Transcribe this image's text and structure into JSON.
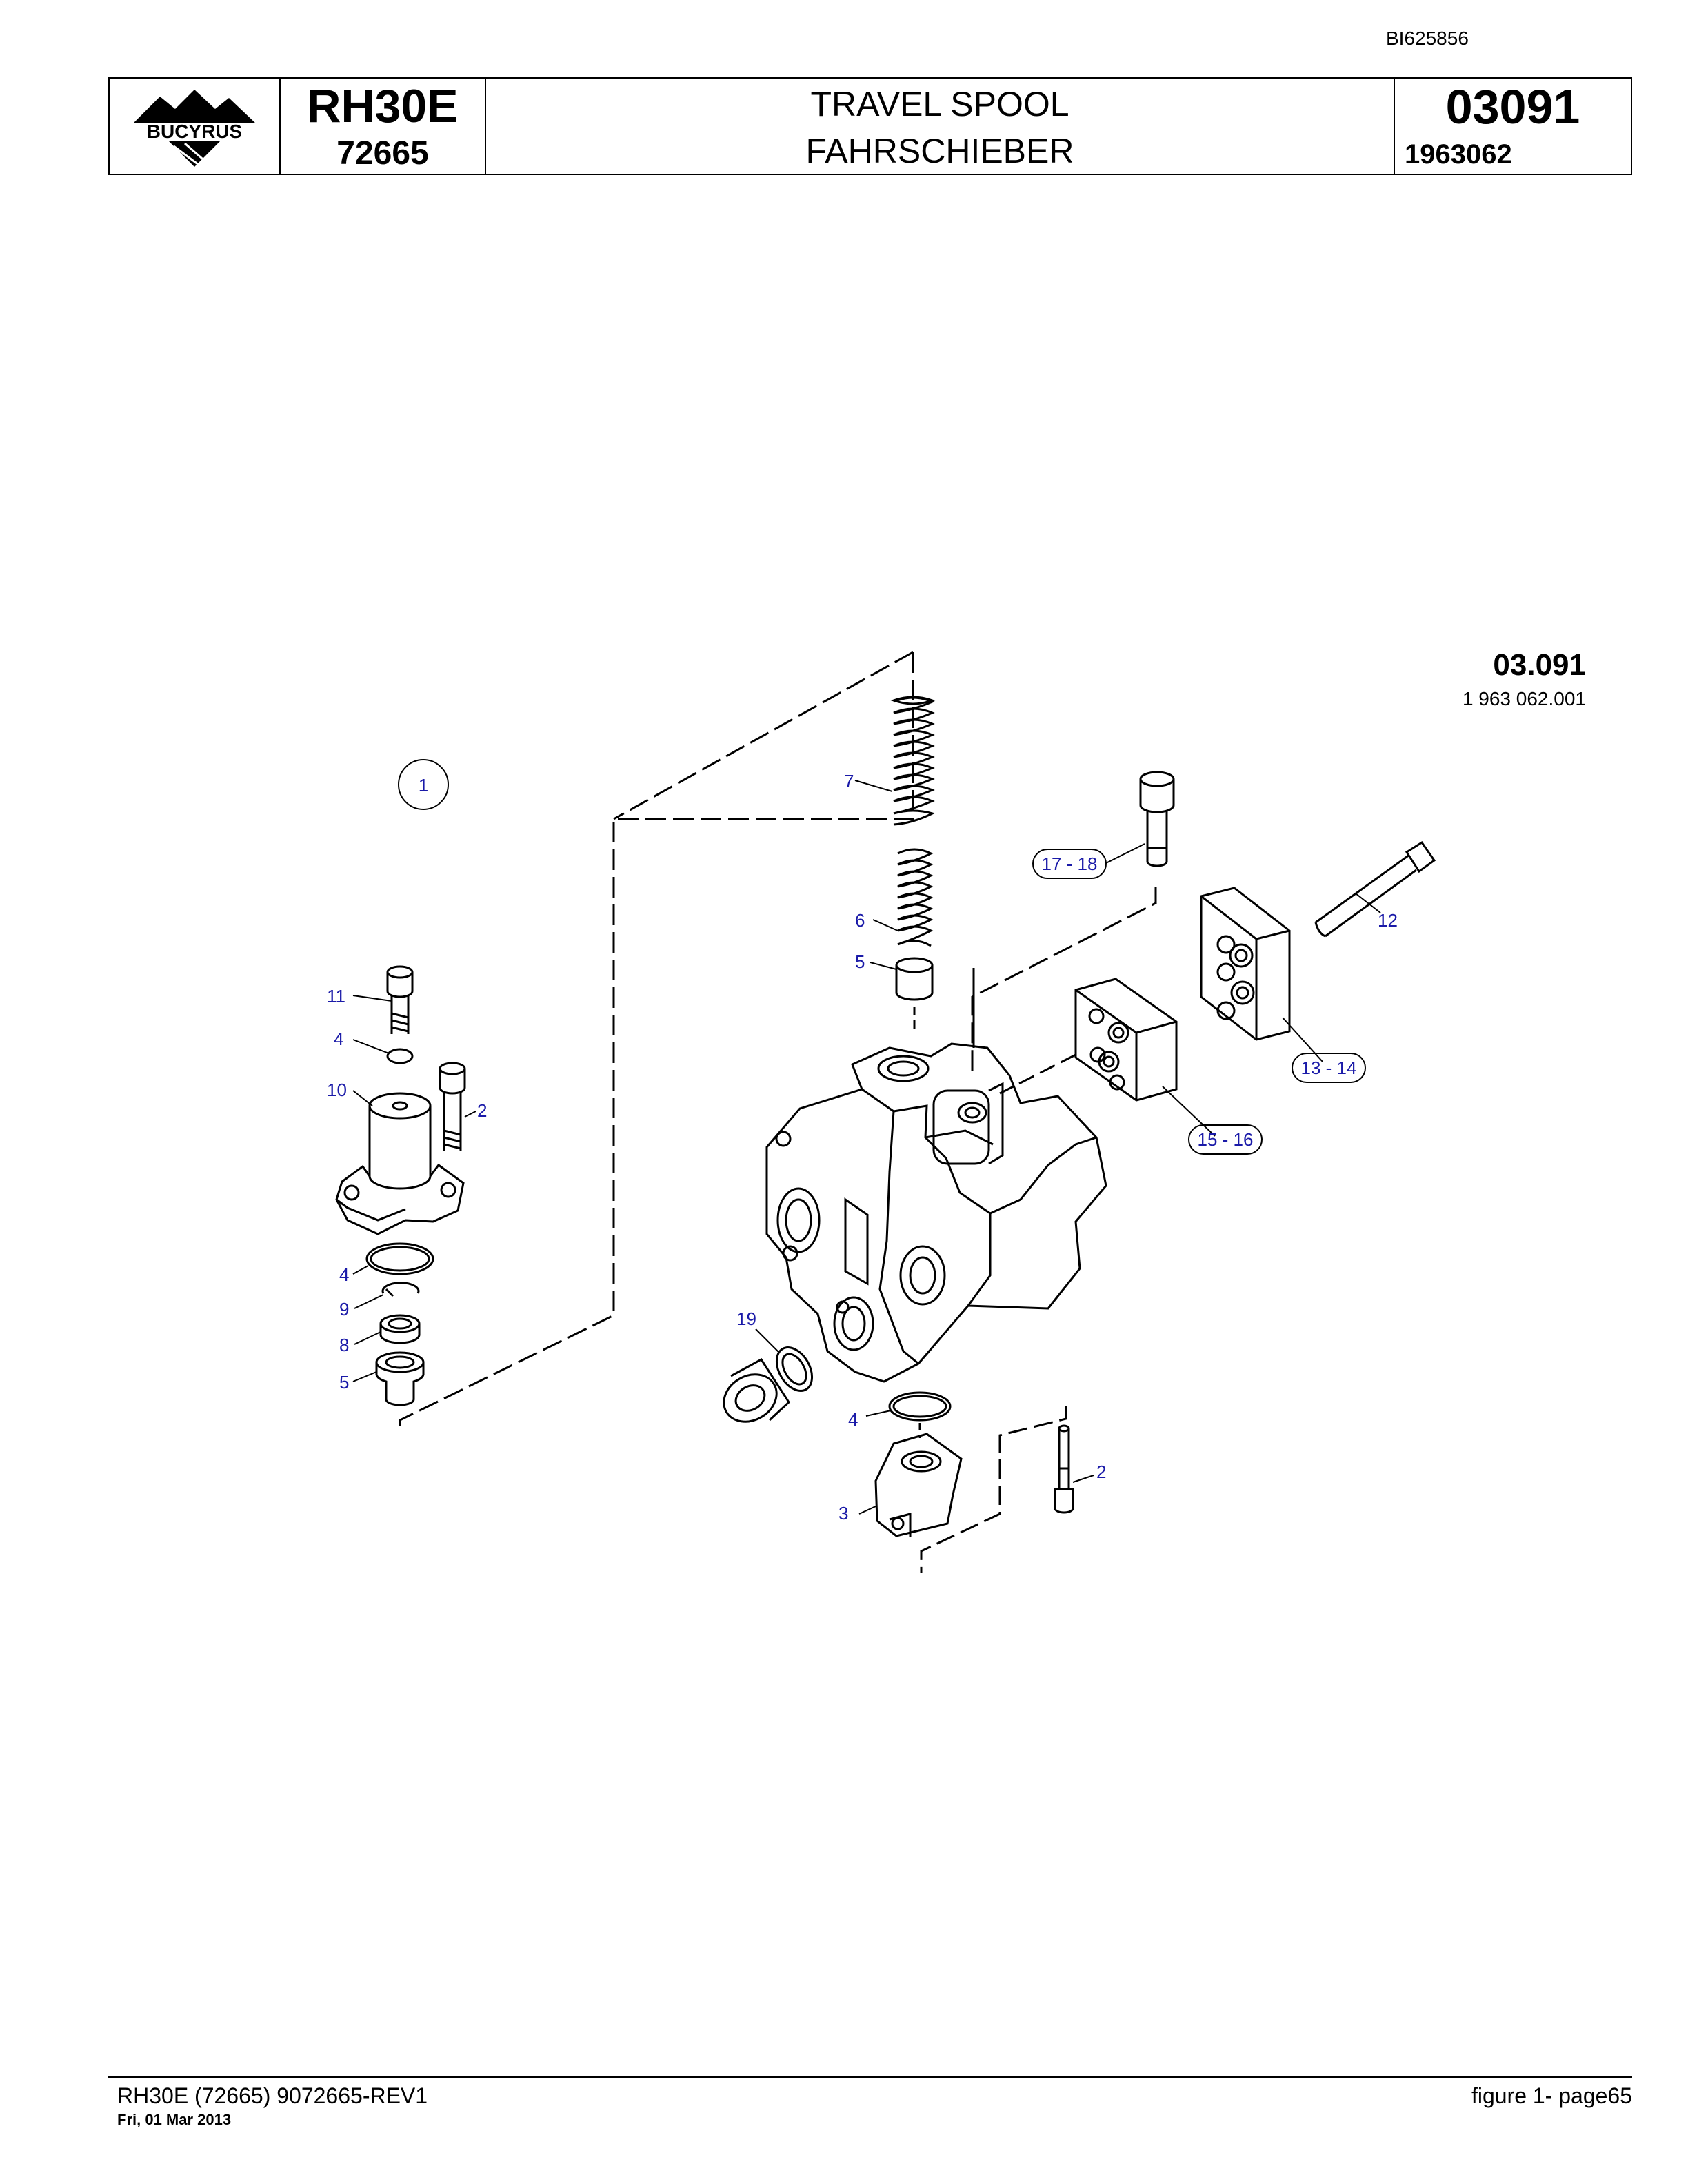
{
  "doc_id": "BI625856",
  "header": {
    "brand": "BUCYRUS",
    "model": "RH30E",
    "serial": "72665",
    "title_en": "TRAVEL SPOOL",
    "title_de": "FAHRSCHIEBER",
    "group_number": "03091",
    "part_number": "1963062"
  },
  "figure": {
    "ref_number": "03.091",
    "ref_code": "1 963 062.001",
    "assembly_callout": "1",
    "callouts": [
      "11",
      "4",
      "10",
      "2",
      "4",
      "9",
      "8",
      "5",
      "7",
      "6",
      "5",
      "17 - 18",
      "12",
      "13 - 14",
      "15 - 16",
      "19",
      "4",
      "3",
      "2"
    ]
  },
  "footer": {
    "left": "RH30E (72665) 9072665-REV1",
    "date": "Fri, 01 Mar 2013",
    "right": "figure  1- page65"
  },
  "colors": {
    "callout_text": "#1a1aa8",
    "line": "#000000"
  }
}
